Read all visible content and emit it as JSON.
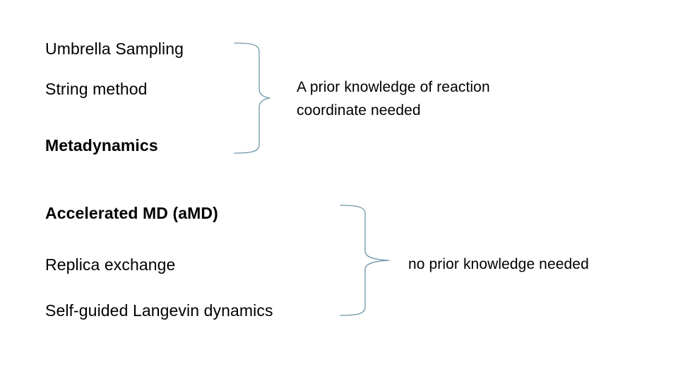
{
  "slide": {
    "background_color": "#ffffff",
    "text_color": "#000000",
    "brace_color": "#6e95aa"
  },
  "groups": [
    {
      "id": "prior-knowledge-group",
      "methods": [
        {
          "label": "Umbrella Sampling",
          "bold": false
        },
        {
          "label": "String method",
          "bold": false
        },
        {
          "label": "Metadynamics",
          "bold": true
        }
      ],
      "brace": {
        "icon": "curly-brace-right-icon"
      },
      "description": {
        "line1": "A prior knowledge of reaction",
        "line2": "coordinate needed"
      }
    },
    {
      "id": "no-prior-knowledge-group",
      "methods": [
        {
          "label": "Accelerated MD (aMD)",
          "bold": true
        },
        {
          "label": "Replica exchange",
          "bold": false
        },
        {
          "label": "Self-guided Langevin dynamics",
          "bold": false
        }
      ],
      "brace": {
        "icon": "curly-brace-right-icon"
      },
      "description": {
        "line1": "no prior knowledge needed"
      }
    }
  ]
}
